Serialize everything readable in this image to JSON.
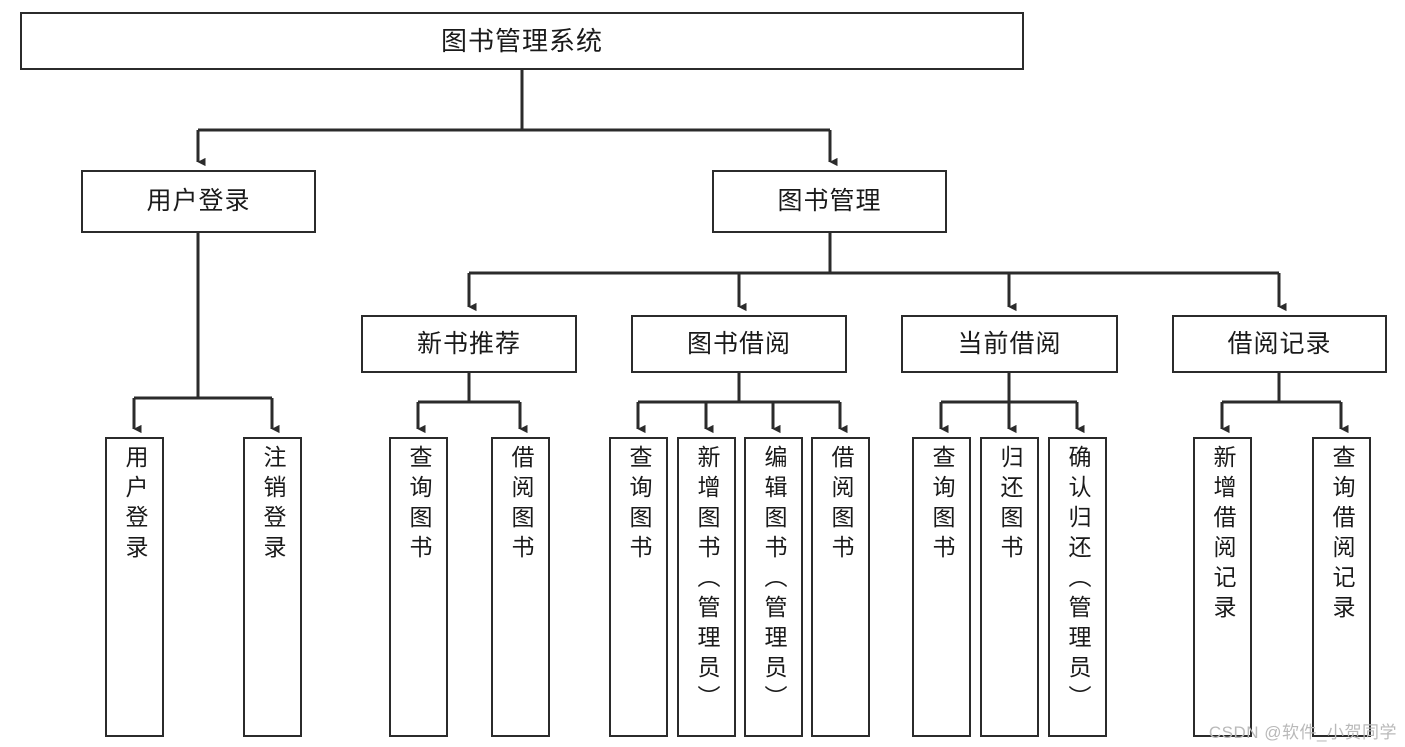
{
  "diagram": {
    "kind": "tree-hierarchy-chart",
    "title_node": "图书管理系统",
    "colors": {
      "node_border": "#2b2b2b",
      "node_fill": "#ffffff",
      "edge": "#2b2b2b",
      "text": "#1a1a1a",
      "watermark": "#b9b9b9",
      "background": "#ffffff"
    },
    "nodes": {
      "root": "图书管理系统",
      "user_login": "用户登录",
      "book_manage": "图书管理",
      "new_book_rec": "新书推荐",
      "book_borrow": "图书借阅",
      "current_borrow": "当前借阅",
      "borrow_record": "借阅记录"
    },
    "leaves": {
      "user_login_1": "用户登录",
      "user_login_2": "注销登录",
      "new_book_rec_1": "查询图书",
      "new_book_rec_2": "借阅图书",
      "book_borrow_1": "查询图书",
      "book_borrow_2": "新增图书（管理员）",
      "book_borrow_3": "编辑图书（管理员）",
      "book_borrow_4": "借阅图书",
      "current_borrow_1": "查询图书",
      "current_borrow_2": "归还图书",
      "current_borrow_3": "确认归还（管理员）",
      "borrow_record_1": "新增借阅记录",
      "borrow_record_2": "查询借阅记录"
    },
    "watermark": "CSDN @软件_小贺同学"
  }
}
